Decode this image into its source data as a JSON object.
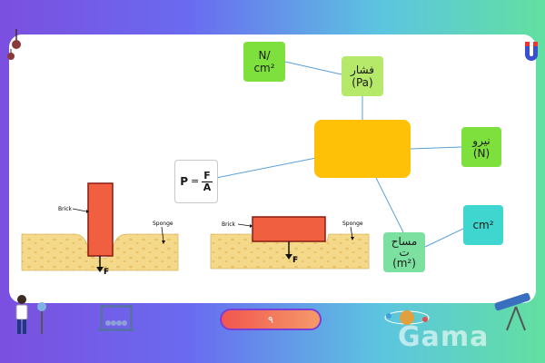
{
  "diagram": {
    "nodes": {
      "unit_ncm2": {
        "line1": "N/",
        "line2": "cm²"
      },
      "pressure": {
        "line1": "فشار",
        "line2": "(Pa)"
      },
      "center": {
        "label": ""
      },
      "force": {
        "line1": "نیرو",
        "line2": "(N)"
      },
      "cm2": {
        "label": "cm²"
      },
      "area": {
        "line1": "مساح",
        "line2": "ت",
        "line3": "(m²)"
      },
      "formula": {
        "p": "P",
        "eq": "=",
        "num": "F",
        "den": "A"
      }
    },
    "illustrations": {
      "brick_label": "Brick",
      "sponge_label": "Sponge",
      "force_label": "F"
    }
  },
  "footer": {
    "page_number": "۹",
    "watermark": "Gama"
  },
  "colors": {
    "center": "#ffc107",
    "sponge": "#f5d98a",
    "brick": "#f06040",
    "link": "#5aa0d8"
  }
}
